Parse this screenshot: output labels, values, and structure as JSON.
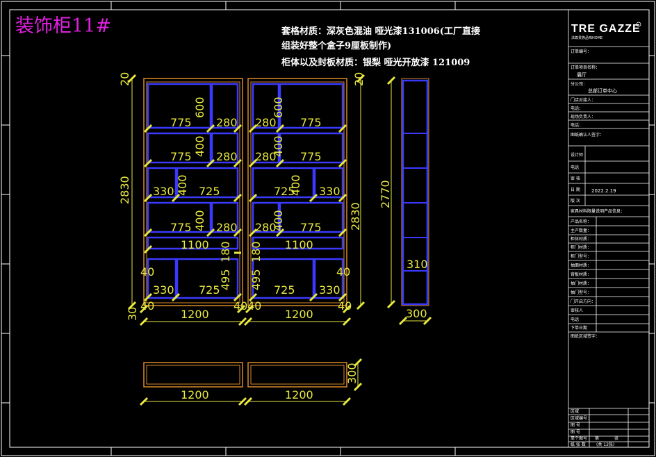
{
  "title": "装饰柜11#",
  "notes": {
    "line1": "套格材质：深灰色混油 哑光漆131006(工厂直接",
    "line2": "组装好整个盒子9厘板制作)",
    "line3": "柜体以及封板材质：银梨 哑光开放漆 121009"
  },
  "dimensions": {
    "left_top": "20",
    "right_top": "20",
    "l_r1_a": "775",
    "l_r1_b": "280",
    "l_r1_h": "600",
    "l_r2_a": "775",
    "l_r2_b": "280",
    "l_r2_h": "400",
    "l_r3_a": "330",
    "l_r3_b": "725",
    "l_r3_h": "400",
    "l_r4_a": "775",
    "l_r4_b": "280",
    "l_r4_h": "400",
    "l_r5_w": "1100",
    "l_r5_h": "180",
    "l_r6_a": "330",
    "l_r6_b": "725",
    "l_r6_h": "495",
    "l_side": "40",
    "l_base_side": "40",
    "l_bot40": "40",
    "l_base": "30",
    "l_total": "1200",
    "l_height": "2830",
    "r_r1_a": "280",
    "r_r1_b": "775",
    "r_r1_h": "600",
    "r_r2_a": "280",
    "r_r2_b": "775",
    "r_r2_h": "400",
    "r_r3_a": "725",
    "r_r3_b": "330",
    "r_r3_h": "400",
    "r_r4_a": "280",
    "r_r4_b": "775",
    "r_r4_h": "400",
    "r_r5_w": "1100",
    "r_r5_h": "180",
    "r_r6_a": "725",
    "r_r6_b": "330",
    "r_r6_h": "495",
    "r_side": "40",
    "r_bot40": "40",
    "r_base40": "40",
    "r_total": "1200",
    "r_height": "2830",
    "side_height": "2770",
    "side_depth": "310",
    "side_base": "300",
    "plan_left": "1200",
    "plan_right": "1200",
    "plan_depth": "300"
  },
  "title_block": {
    "brand": "TRE GAZZE",
    "brand_sub": "法尊贵族品味HOME",
    "order_no_label": "订单编号：",
    "project_label": "订单项目名称：",
    "project_value": "展厅",
    "company_label": "分公司：",
    "company_value": "总部订单中心",
    "contact_label": "门店对接人：",
    "phone_label": "电话：",
    "owner_label": "现场负责人：",
    "phone2_label": "电话：",
    "confirm_label": "图纸确认人签字：",
    "designer_label": "设计师",
    "phone3_label": "电话",
    "review_label": "审    核",
    "date_label": "日    期",
    "date_value": "2022.2.19",
    "version_label": "版    次",
    "spec_label": "家具材料限量说明产品信息：",
    "product_name_label": "产品名称：",
    "main_qty_label": "主产数量：",
    "body_material_label": "柜体材质：",
    "door_material_label": "柜门材质：",
    "door_type_label": "柜门型号：",
    "drawer_material_label": "抽面材质：",
    "back_material_label": "背板材质：",
    "drawer2_label": "抽门材质：",
    "door2_type_label": "抽门型号：",
    "open_dir_label": "门开启方向：",
    "receiver_label": "审核人",
    "phone4_label": "电话",
    "order_date_label": "下单日期",
    "final_sign_label": "图纸区域签字：",
    "area_label": "区域",
    "area_no_label": "区域编号：",
    "fig_label": "图        号",
    "fig_no_label": "图        号",
    "unit_label": "单个图号",
    "page_label": "第",
    "page_suffix": "张",
    "total_label": "纸 张 数",
    "total_value": "(共 12张)"
  }
}
